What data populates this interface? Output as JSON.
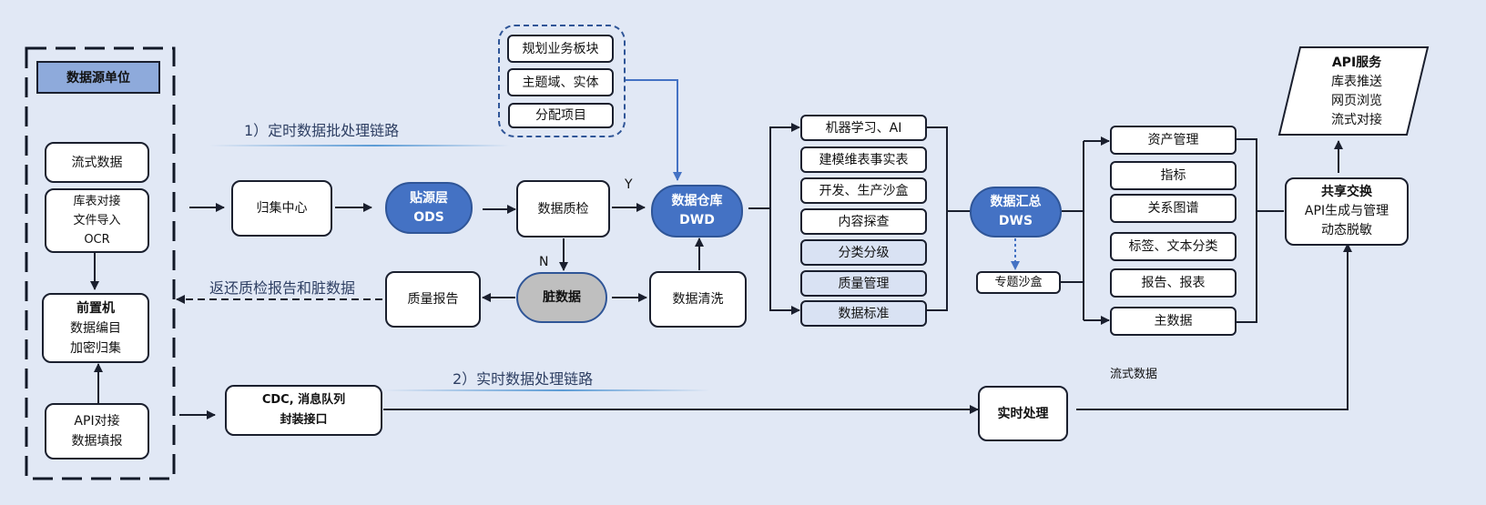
{
  "source_unit": {
    "title": "数据源单位",
    "stream": "流式数据",
    "db_file": [
      "库表对接",
      "文件导入",
      "OCR"
    ],
    "front_machine": {
      "title": "前置机",
      "lines": [
        "数据编目",
        "加密归集"
      ]
    },
    "api_fill": [
      "API对接",
      "数据填报"
    ]
  },
  "batch_chain": {
    "label": "1）定时数据批处理链路",
    "collect_center": "归集中心",
    "ods": [
      "贴源层",
      "ODS"
    ],
    "quality_check": "数据质检",
    "yes": "Y",
    "no": "N",
    "dwd": [
      "数据仓库",
      "DWD"
    ],
    "dirty": "脏数据",
    "cleaning": "数据清洗",
    "quality_report": "质量报告",
    "return_label": "返还质检报告和脏数据"
  },
  "planning": [
    "规划业务板块",
    "主题域、实体",
    "分配项目"
  ],
  "dwd_services": [
    {
      "label": "机器学习、AI",
      "shade": "white"
    },
    {
      "label": "建模维表事实表",
      "shade": "white"
    },
    {
      "label": "开发、生产沙盒",
      "shade": "white"
    },
    {
      "label": "内容探查",
      "shade": "white"
    },
    {
      "label": "分类分级",
      "shade": "light"
    },
    {
      "label": "质量管理",
      "shade": "light"
    },
    {
      "label": "数据标准",
      "shade": "light"
    }
  ],
  "dws": [
    "数据汇总",
    "DWS"
  ],
  "topic_sandbox": "专题沙盒",
  "dws_outputs": [
    "资产管理",
    "指标",
    "关系图谱",
    "标签、文本分类",
    "报告、报表",
    "主数据"
  ],
  "exchange": {
    "title": "共享交换",
    "lines": [
      "API生成与管理",
      "动态脱敏"
    ]
  },
  "api_service": {
    "title": "API服务",
    "lines": [
      "库表推送",
      "网页浏览",
      "流式对接"
    ]
  },
  "realtime_chain": {
    "label": "2）实时数据处理链路",
    "cdc": [
      "CDC, 消息队列",
      "封装接口"
    ],
    "realtime": "实时处理",
    "stream_label": "流式数据"
  },
  "colors": {
    "background": "#e1e8f5",
    "accent": "#4472c4",
    "title_fill": "#8eaadb",
    "dirty_fill": "#bfbfbf",
    "light_fill": "#d9e2f3"
  }
}
